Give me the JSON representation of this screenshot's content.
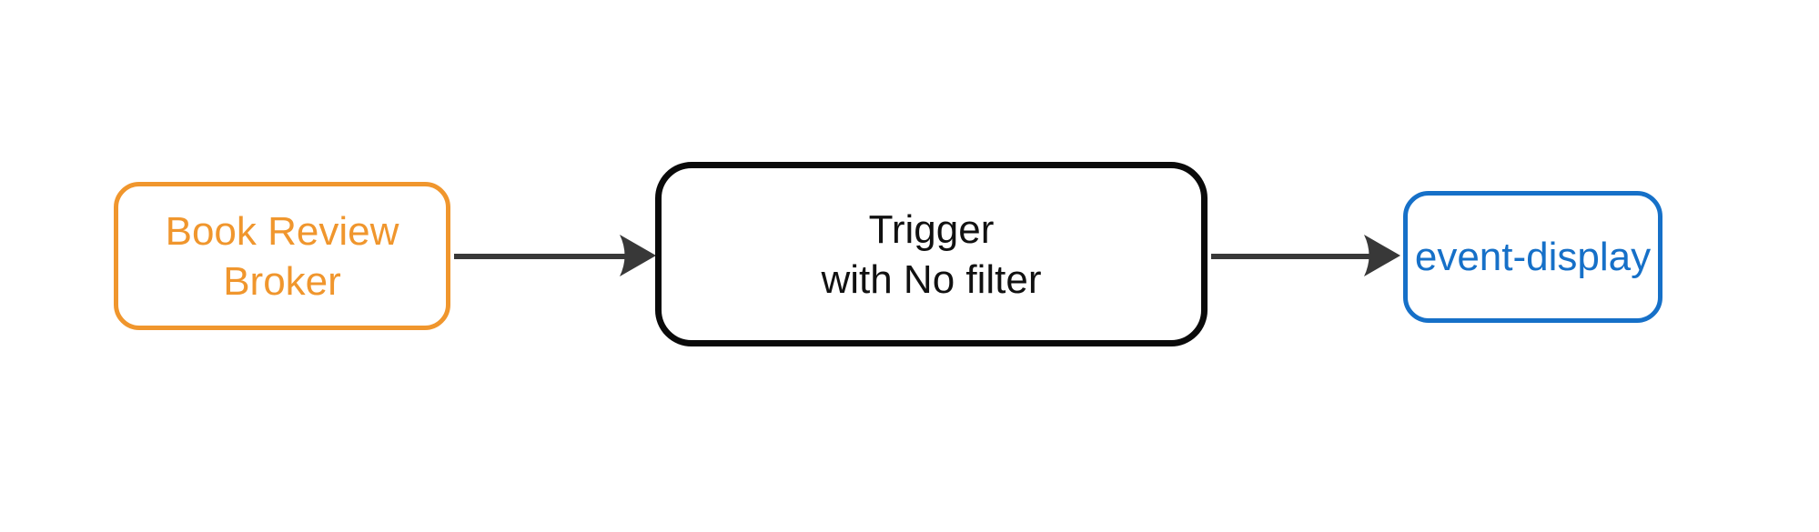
{
  "diagram": {
    "type": "flowchart",
    "direction": "left-to-right",
    "nodes": [
      {
        "id": "book-review-broker",
        "line1": "Book Review",
        "line2": "Broker",
        "shape": "rounded-rect",
        "border_color": "#F0962D",
        "text_color": "#F0962D"
      },
      {
        "id": "trigger",
        "line1": "Trigger",
        "line2": "with No filter",
        "shape": "rounded-rect",
        "border_color": "#0A0A0A",
        "text_color": "#111111"
      },
      {
        "id": "event-display",
        "line1": "event-display",
        "shape": "rounded-rect",
        "border_color": "#1670C8",
        "text_color": "#1670C8"
      }
    ],
    "edges": [
      {
        "from": "book-review-broker",
        "to": "trigger",
        "style": "solid",
        "arrowhead": "barbed",
        "color": "#383838"
      },
      {
        "from": "trigger",
        "to": "event-display",
        "style": "solid",
        "arrowhead": "barbed",
        "color": "#383838"
      }
    ]
  },
  "colors": {
    "orange": "#F0962D",
    "blue": "#1670C8",
    "black": "#0A0A0A",
    "arrow": "#383838",
    "background": "#FFFFFF"
  }
}
